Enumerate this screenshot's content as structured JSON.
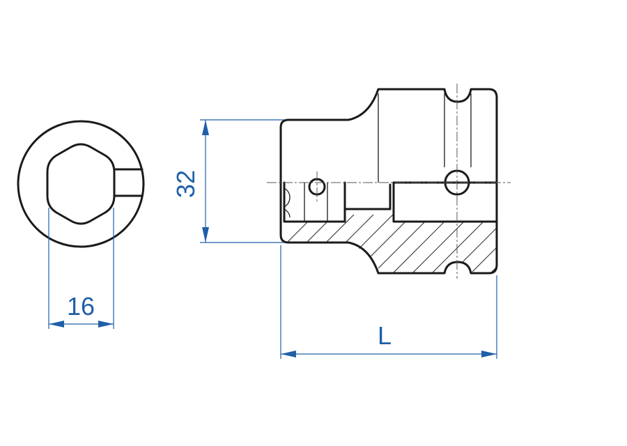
{
  "dimensions": {
    "width_across_flats": "16",
    "outer_diameter": "32",
    "length": "L"
  },
  "colors": {
    "outline": "#1a1a1a",
    "dimension": "#1f5fa8"
  }
}
